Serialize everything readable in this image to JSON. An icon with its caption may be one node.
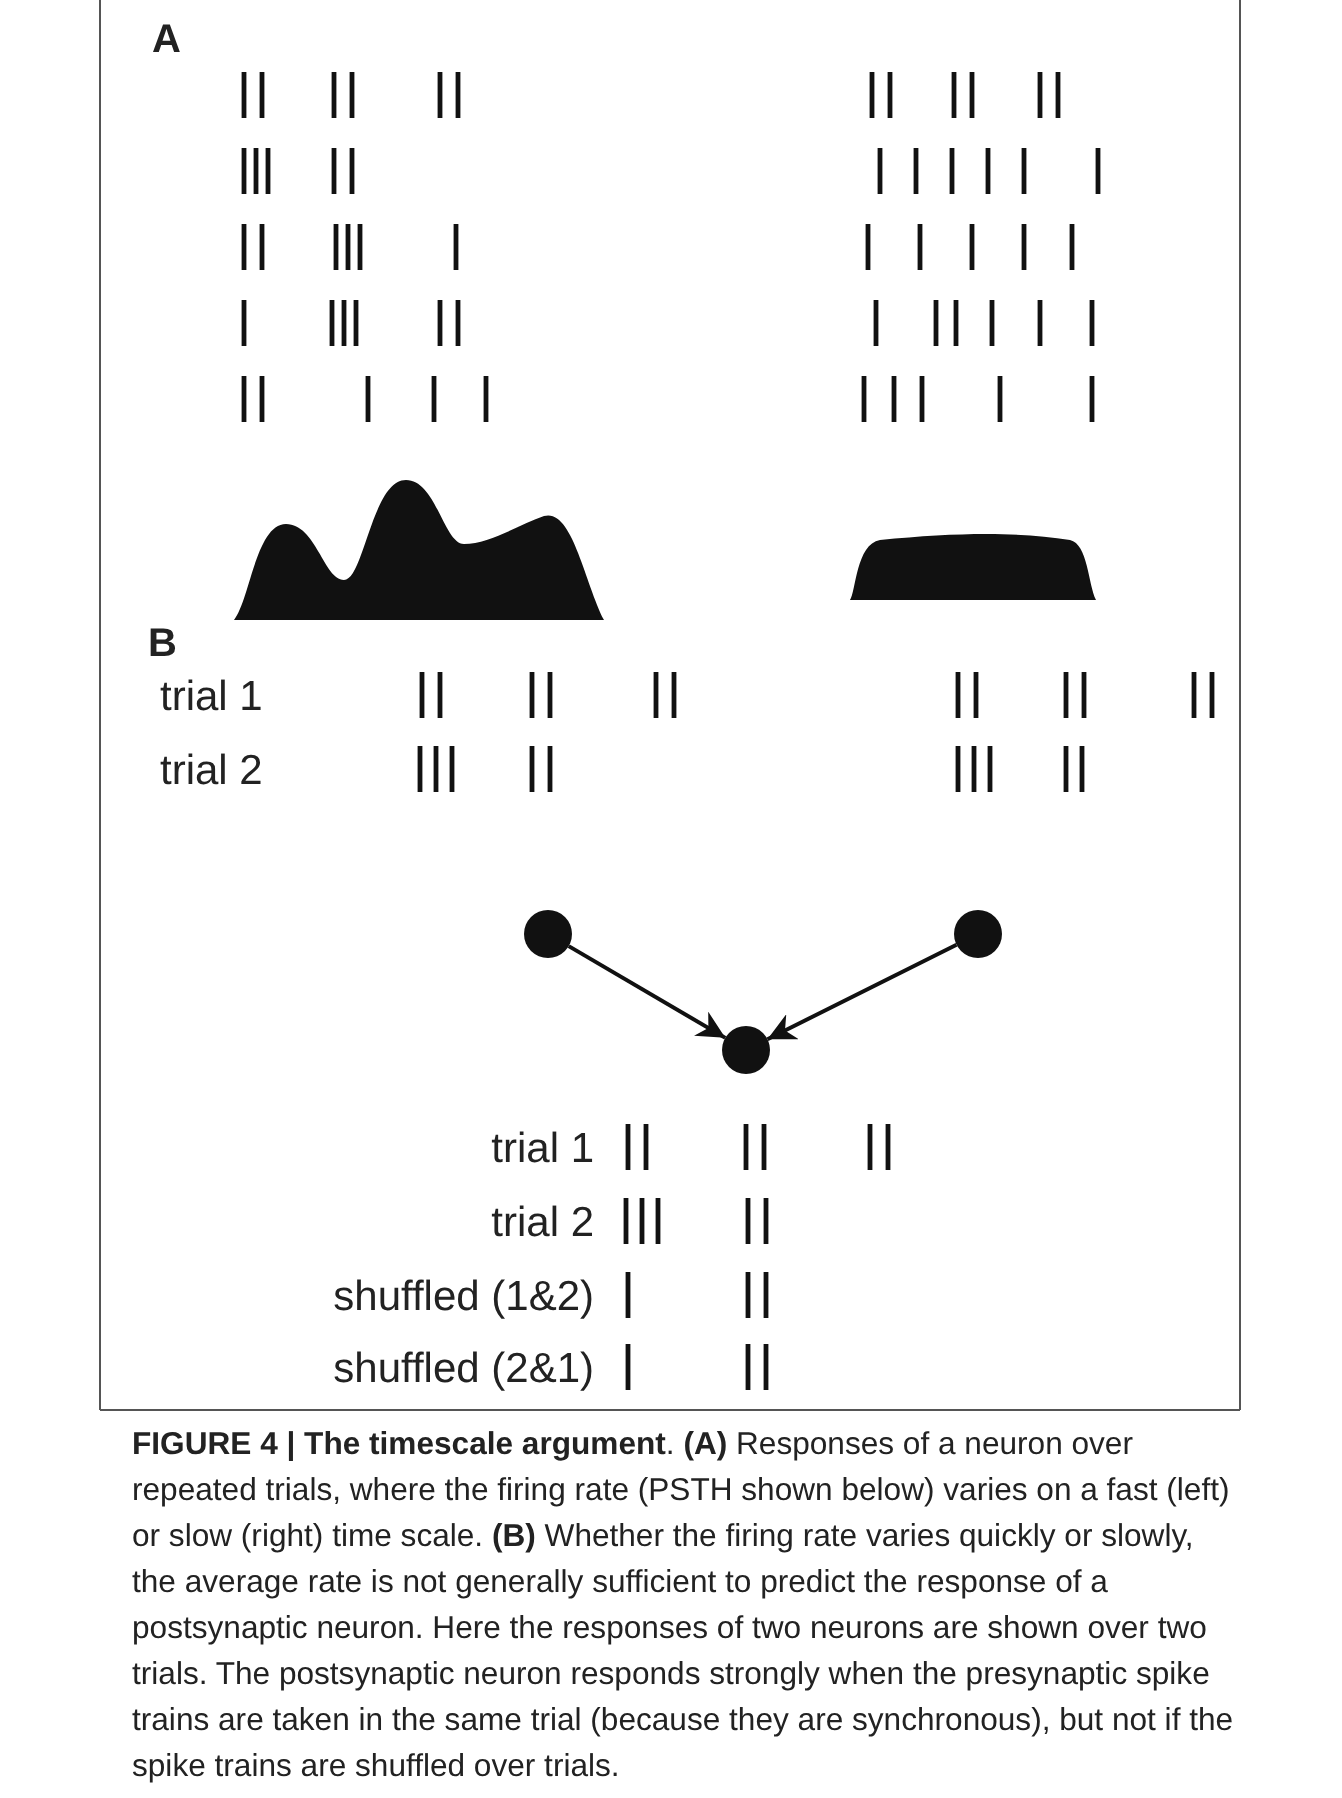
{
  "diagram": {
    "caption": "**FIGURE 4 | The timescale argument**. **(A)** Responses of a neuron over repeated trials, where the firing rate (PSTH shown below) varies on a fast (left) or slow (right) time scale. **(B)** Whether the firing rate varies quickly or slowly, the average rate is not generally sufficient to predict the response of a postsynaptic neuron. Here the responses of two neurons are shown over two trials. The postsynaptic neuron responds strongly when the presynaptic spike trains are taken in the same trial (because they are synchronous), but not if the spike trains are shuffled over trials.",
    "nodes": [
      {
        "text": [],
        "shape": "circle"
      },
      {
        "text": [],
        "shape": "circle"
      },
      {
        "text": [],
        "shape": "circle"
      }
    ],
    "edges": [
      {
        "from": 0,
        "to": 2,
        "arrow": "to"
      },
      {
        "from": 1,
        "to": 2,
        "arrow": "to"
      }
    ],
    "labels": [
      "A",
      "B",
      "trial 1",
      "trial 2",
      "trial 1",
      "trial 2",
      "shuffled (1&2)",
      "shuffled (2&1)"
    ]
  }
}
